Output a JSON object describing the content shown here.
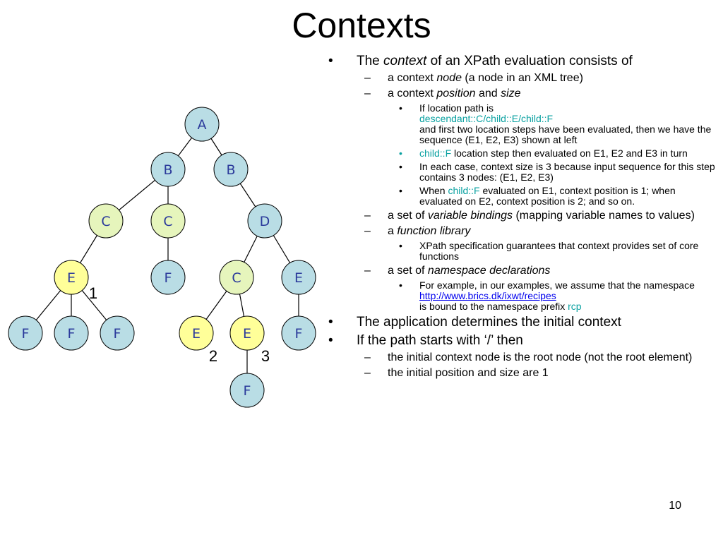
{
  "title": "Contexts",
  "page_number": "10",
  "colors": {
    "node_blue": "#b9dde5",
    "node_green": "#e6f5bc",
    "node_yellow": "#ffff99",
    "node_text": "#2b3a9b",
    "teal": "#0aa1a1"
  },
  "tree": {
    "nodes": [
      {
        "id": "A",
        "label": "A",
        "color": "blue"
      },
      {
        "id": "B1",
        "label": "B",
        "color": "blue"
      },
      {
        "id": "B2",
        "label": "B",
        "color": "blue"
      },
      {
        "id": "C1",
        "label": "C",
        "color": "green"
      },
      {
        "id": "C2",
        "label": "C",
        "color": "green"
      },
      {
        "id": "D",
        "label": "D",
        "color": "blue"
      },
      {
        "id": "E1",
        "label": "E",
        "color": "yellow"
      },
      {
        "id": "F4",
        "label": "F",
        "color": "blue"
      },
      {
        "id": "C3",
        "label": "C",
        "color": "green"
      },
      {
        "id": "E4",
        "label": "E",
        "color": "blue"
      },
      {
        "id": "F1",
        "label": "F",
        "color": "blue"
      },
      {
        "id": "F2",
        "label": "F",
        "color": "blue"
      },
      {
        "id": "F3",
        "label": "F",
        "color": "blue"
      },
      {
        "id": "E2",
        "label": "E",
        "color": "yellow"
      },
      {
        "id": "E3",
        "label": "E",
        "color": "yellow"
      },
      {
        "id": "F5",
        "label": "F",
        "color": "blue"
      },
      {
        "id": "F6",
        "label": "F",
        "color": "blue"
      }
    ],
    "edges": [
      [
        "A",
        "B1"
      ],
      [
        "A",
        "B2"
      ],
      [
        "B1",
        "C1"
      ],
      [
        "B1",
        "C2"
      ],
      [
        "B2",
        "D"
      ],
      [
        "C1",
        "E1"
      ],
      [
        "C2",
        "F4"
      ],
      [
        "D",
        "C3"
      ],
      [
        "D",
        "E4"
      ],
      [
        "E1",
        "F1"
      ],
      [
        "E1",
        "F2"
      ],
      [
        "E1",
        "F3"
      ],
      [
        "C3",
        "E2"
      ],
      [
        "C3",
        "E3"
      ],
      [
        "E4",
        "F5"
      ],
      [
        "E3",
        "F6"
      ]
    ],
    "position_labels": [
      {
        "node": "E1",
        "text": "1"
      },
      {
        "node": "E2",
        "text": "2"
      },
      {
        "node": "E3",
        "text": "3"
      }
    ]
  },
  "bullets": {
    "b1": {
      "t1": "The ",
      "t2": "context",
      "t3": " of an XPath evaluation consists of"
    },
    "b1_1": {
      "t1": "a context ",
      "t2": "node",
      "t3": " (a node in an XML tree)"
    },
    "b1_2": {
      "t1": "a context ",
      "t2": "position",
      "t3": " and ",
      "t4": "size"
    },
    "b1_2_1": {
      "t1": "If location path is",
      "t2": "descendant::C/child::E/child::F",
      "t3": "and first two location steps have been evaluated, then we have the sequence (E1, E2, E3) shown at left"
    },
    "b1_2_2": {
      "t1": "child::F",
      "t2": " location step then evaluated on E1, E2 and E3 in turn"
    },
    "b1_2_3": {
      "t1": "In each case, context size is 3 because input sequence for this step contains 3 nodes: (E1, E2, E3)"
    },
    "b1_2_4": {
      "t1": "When ",
      "t2": "child::F",
      "t3": " evaluated on E1, context position is 1; when evaluated on E2, context position is 2; and so on."
    },
    "b1_3": {
      "t1": "a set of ",
      "t2": "variable bindings",
      "t3": " (mapping variable names to values)"
    },
    "b1_4": {
      "t1": "a ",
      "t2": "function library"
    },
    "b1_4_1": {
      "t1": "XPath specification guarantees that context provides set of core functions"
    },
    "b1_5": {
      "t1": "a set of ",
      "t2": "namespace declarations"
    },
    "b1_5_1": {
      "t1": "For example, in our examples, we assume that the namespace",
      "t2": "http://www.brics.dk/ixwt/recipes",
      "t3": "is bound to the namespace prefix ",
      "t4": "rcp"
    },
    "b2": {
      "t1": "The application determines the initial context"
    },
    "b3": {
      "t1": "If the path starts with ‘/’ then"
    },
    "b3_1": {
      "t1": "the initial context node is the root node (not the root element)"
    },
    "b3_2": {
      "t1": "the initial position and size are 1"
    }
  }
}
